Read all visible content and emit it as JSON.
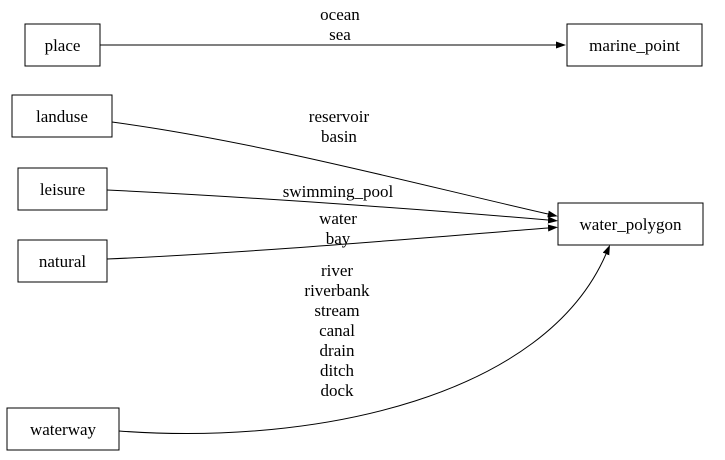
{
  "diagram": {
    "type": "directed-graph",
    "colors": {
      "background": "#ffffff",
      "node_fill": "#ffffff",
      "node_border": "#000000",
      "edge": "#000000",
      "text": "#000000"
    },
    "nodes": [
      {
        "id": "place",
        "label": "place"
      },
      {
        "id": "landuse",
        "label": "landuse"
      },
      {
        "id": "leisure",
        "label": "leisure"
      },
      {
        "id": "natural",
        "label": "natural"
      },
      {
        "id": "waterway",
        "label": "waterway"
      },
      {
        "id": "marine_point",
        "label": "marine_point"
      },
      {
        "id": "water_polygon",
        "label": "water_polygon"
      }
    ],
    "edges": [
      {
        "from": "place",
        "to": "marine_point",
        "labels": [
          "ocean",
          "sea"
        ]
      },
      {
        "from": "landuse",
        "to": "water_polygon",
        "labels": [
          "reservoir",
          "basin"
        ]
      },
      {
        "from": "leisure",
        "to": "water_polygon",
        "labels": [
          "swimming_pool"
        ]
      },
      {
        "from": "natural",
        "to": "water_polygon",
        "labels": [
          "water",
          "bay"
        ]
      },
      {
        "from": "waterway",
        "to": "water_polygon",
        "labels": [
          "river",
          "riverbank",
          "stream",
          "canal",
          "drain",
          "ditch",
          "dock"
        ]
      }
    ]
  }
}
